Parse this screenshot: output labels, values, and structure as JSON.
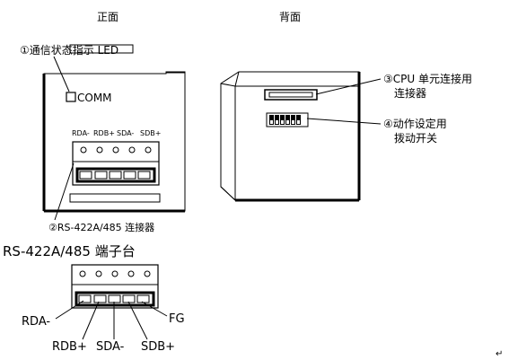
{
  "headings": {
    "front": "正面",
    "back": "背面"
  },
  "callouts": {
    "led": "①通信状态指示 LED",
    "cpu_connector_line1": "③CPU 单元连接用",
    "cpu_connector_line2": "连接器",
    "dip_switch_line1": "④动作设定用",
    "dip_switch_line2": "拨动开关",
    "rs_connector": "②RS-422A/485 连接器"
  },
  "front_board": {
    "comm_label": "COMM",
    "terminal_labels": [
      "RDA-",
      "RDB+",
      "SDA-",
      "SDB+"
    ]
  },
  "terminal_block": {
    "title": "RS-422A/485 端子台",
    "pins": [
      "RDA-",
      "RDB+",
      "SDA-",
      "SDB+",
      "FG"
    ]
  },
  "colors": {
    "line": "#000000",
    "shadow": "#000000",
    "background": "#ffffff"
  },
  "icons": {
    "paragraph_mark": "↵"
  }
}
